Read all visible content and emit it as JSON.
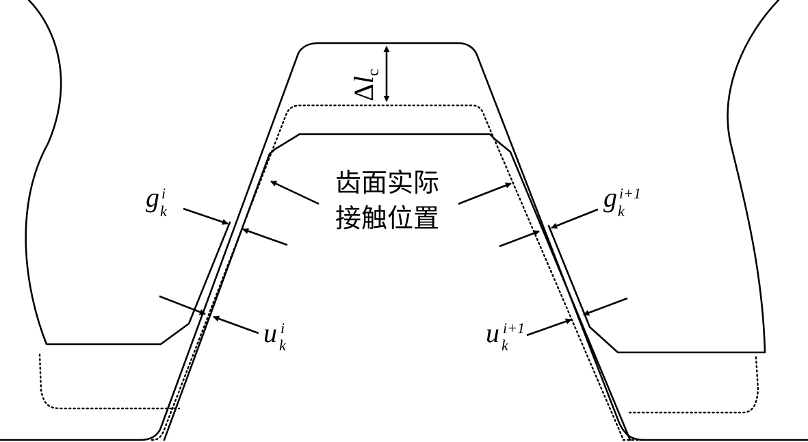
{
  "caption_line1": "齿面实际",
  "caption_line2": "接触位置",
  "labels": {
    "delta_symbol": "Δ",
    "delta_var": "l",
    "delta_sub": "c",
    "g_left_base": "g",
    "g_left_sub": "k",
    "g_left_sup": "i",
    "g_right_base": "g",
    "g_right_sub": "k",
    "g_right_sup": "i+1",
    "u_left_base": "u",
    "u_left_sub": "k",
    "u_left_sup": "i",
    "u_right_base": "u",
    "u_right_sub": "k",
    "u_right_sup": "i+1"
  }
}
